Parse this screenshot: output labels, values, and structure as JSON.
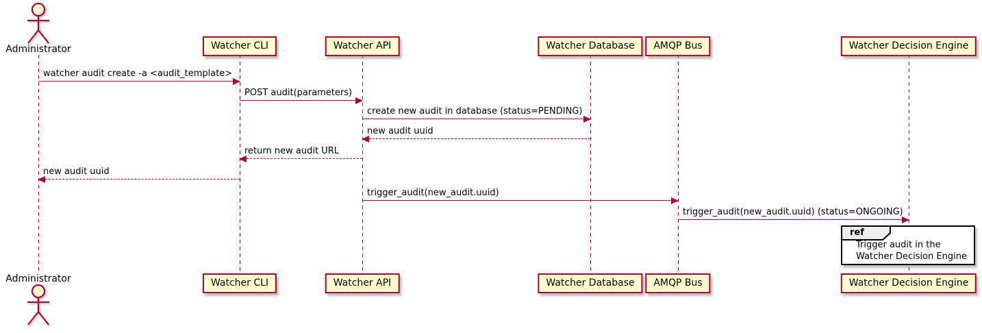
{
  "diagram_type": "uml-sequence",
  "colors": {
    "accent": "#A80036",
    "participant_fill": "#FEFECE",
    "text": "#000000",
    "ref_border": "#000000",
    "ref_header_fill": "#EEEEEE",
    "background": "#FFFFFF"
  },
  "participants": [
    {
      "label": "Administrator",
      "type": "actor"
    },
    {
      "label": "Watcher CLI",
      "type": "participant"
    },
    {
      "label": "Watcher API",
      "type": "participant"
    },
    {
      "label": "Watcher Database",
      "type": "participant"
    },
    {
      "label": "AMQP Bus",
      "type": "participant"
    },
    {
      "label": "Watcher Decision Engine",
      "type": "participant"
    }
  ],
  "messages": [
    {
      "from": "Administrator",
      "to": "Watcher CLI",
      "label": "watcher audit create -a <audit_template>",
      "line": "solid",
      "direction": "right"
    },
    {
      "from": "Watcher CLI",
      "to": "Watcher API",
      "label": "POST audit(parameters)",
      "line": "solid",
      "direction": "right"
    },
    {
      "from": "Watcher API",
      "to": "Watcher Database",
      "label": "create new audit in database (status=PENDING)",
      "line": "solid",
      "direction": "right"
    },
    {
      "from": "Watcher Database",
      "to": "Watcher API",
      "label": "new audit uuid",
      "line": "dashed",
      "direction": "left"
    },
    {
      "from": "Watcher API",
      "to": "Watcher CLI",
      "label": "return new audit URL",
      "line": "dashed",
      "direction": "left"
    },
    {
      "from": "Watcher CLI",
      "to": "Administrator",
      "label": "new audit uuid",
      "line": "dashed",
      "direction": "left"
    },
    {
      "from": "Watcher API",
      "to": "AMQP Bus",
      "label": "trigger_audit(new_audit.uuid)",
      "line": "solid",
      "direction": "right"
    },
    {
      "from": "AMQP Bus",
      "to": "Watcher Decision Engine",
      "label": "trigger_audit(new_audit.uuid) (status=ONGOING)",
      "line": "solid",
      "direction": "right"
    }
  ],
  "ref_fragment": {
    "keyword": "ref",
    "over": "Watcher Decision Engine",
    "text_lines": [
      "Trigger audit in the",
      "Watcher Decision Engine"
    ]
  }
}
